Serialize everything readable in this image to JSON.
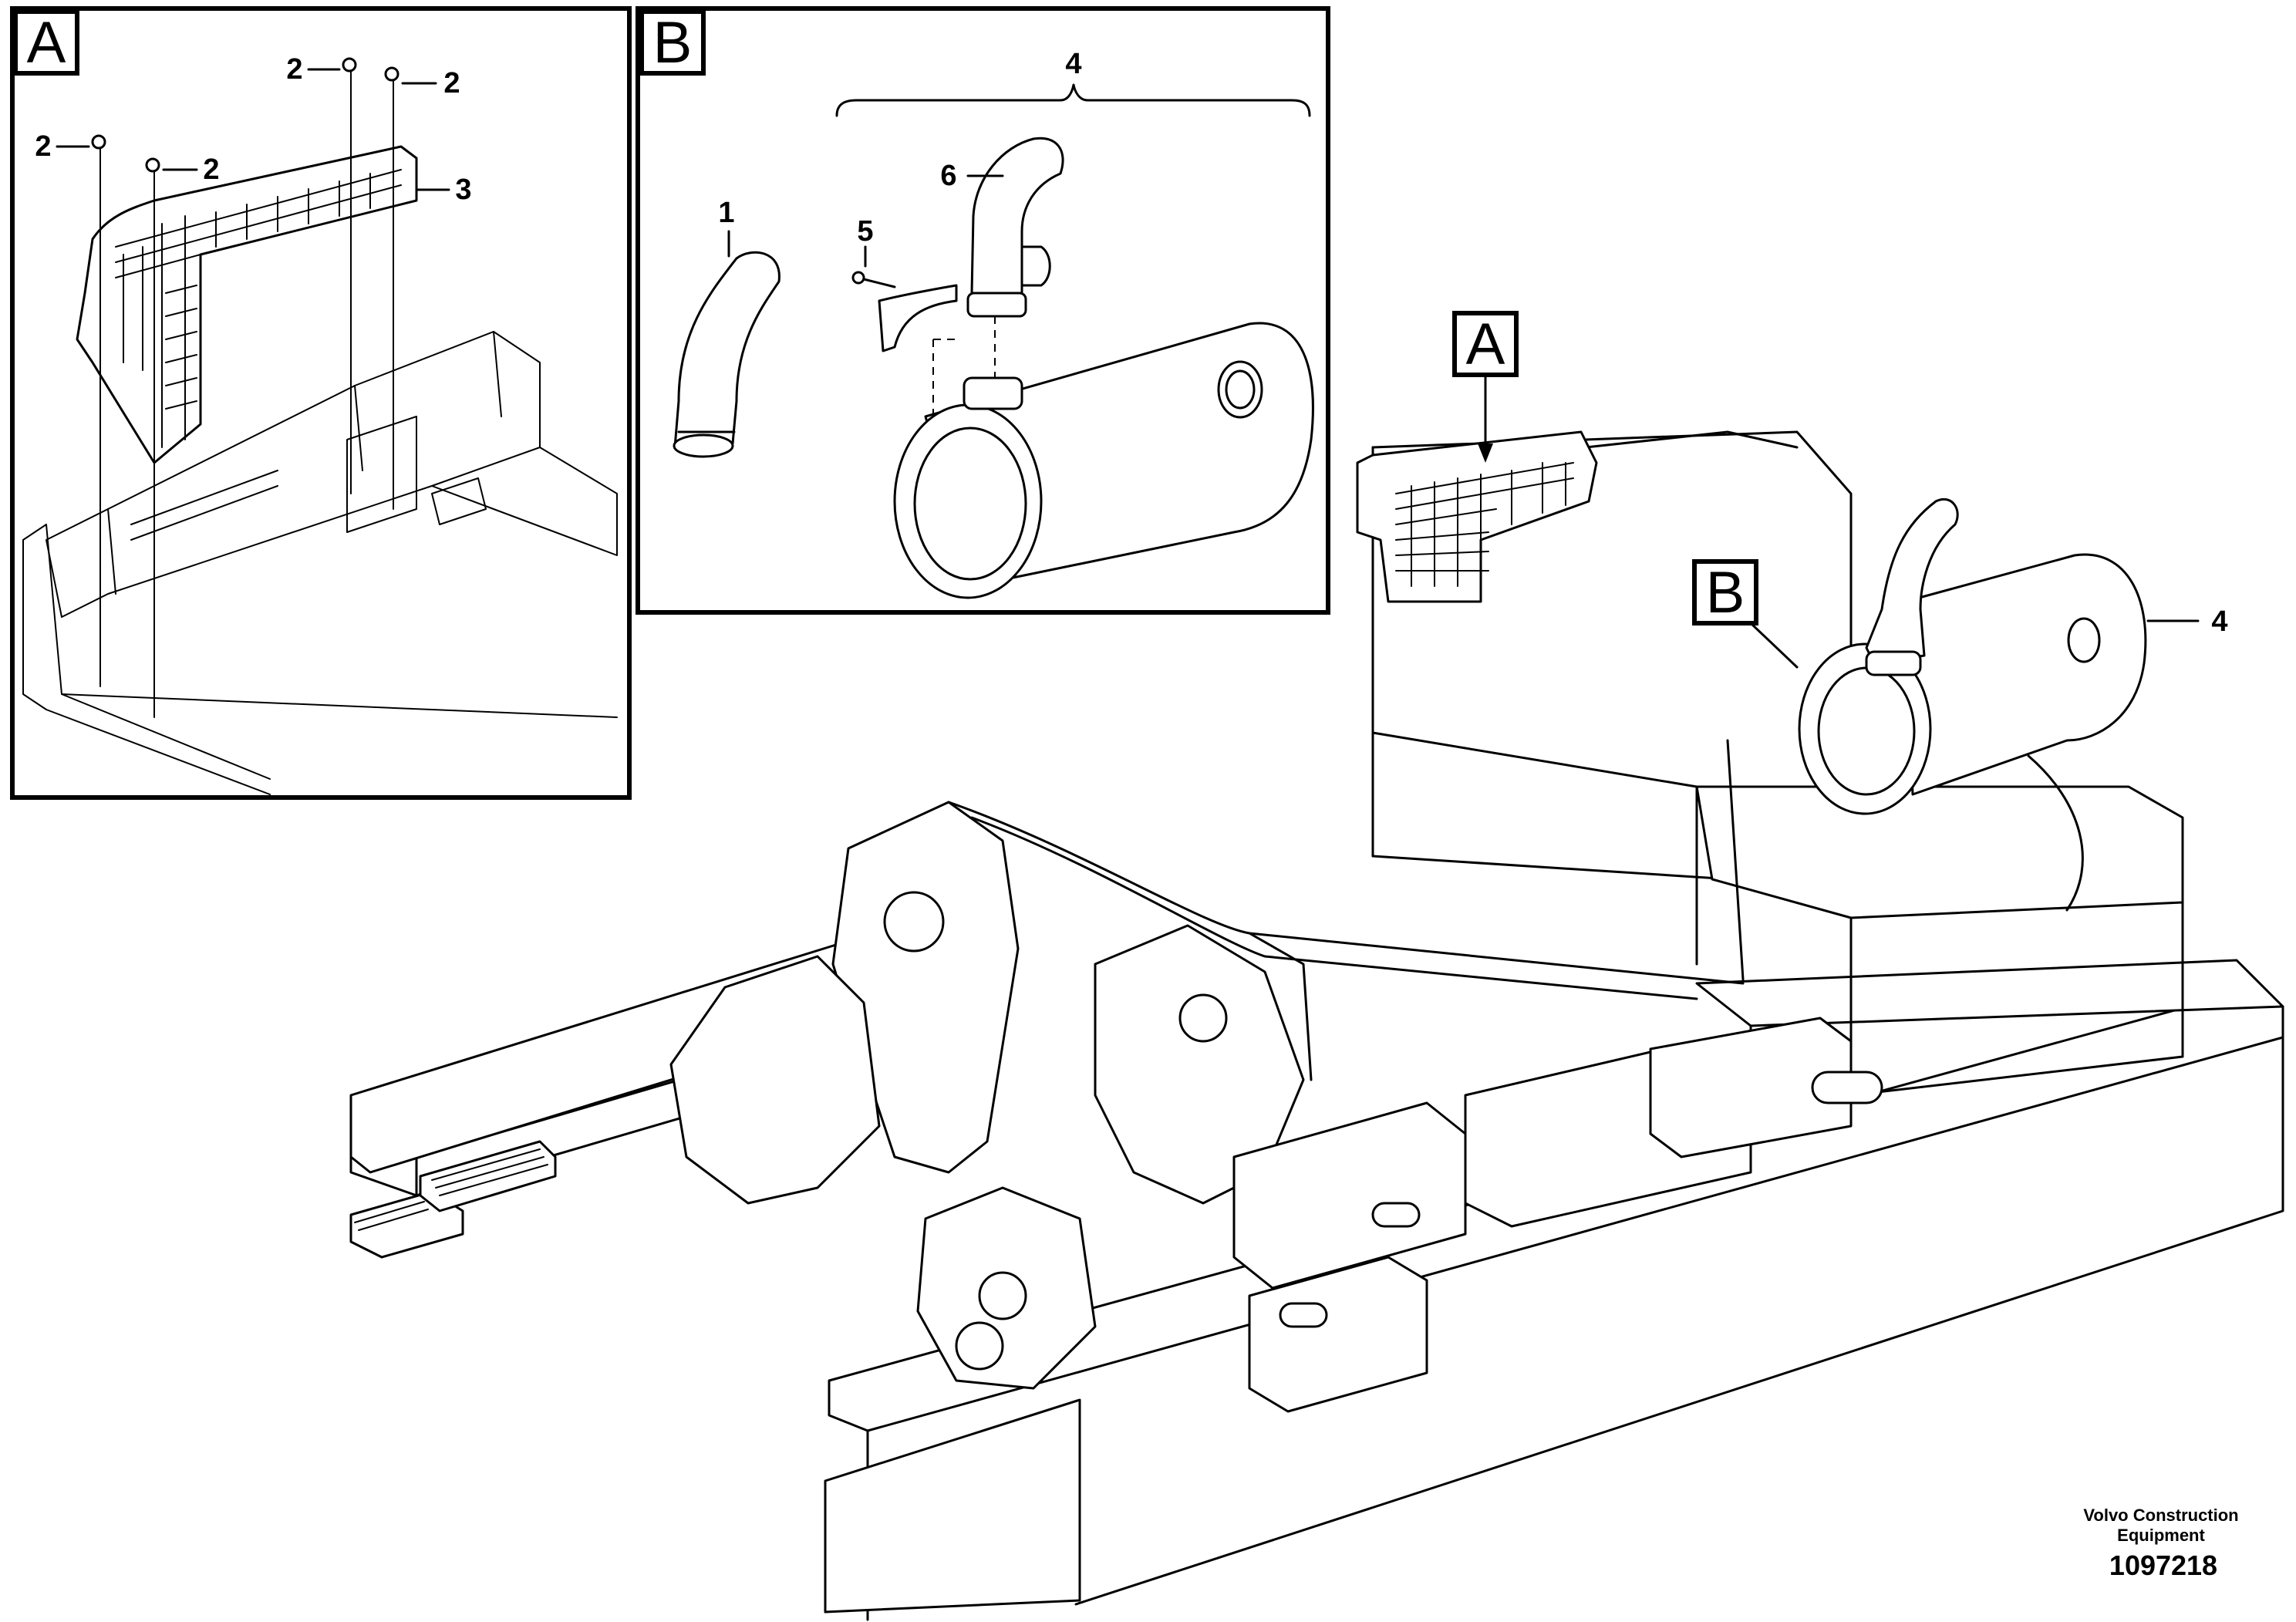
{
  "detail_boxes": {
    "a": {
      "label": "A"
    },
    "b": {
      "label": "B"
    }
  },
  "main_view": {
    "marker_a": "A",
    "marker_b": "B",
    "callout_4": "4"
  },
  "detail_a_callouts": {
    "c2_top_left": "2",
    "c2_top_right": "2",
    "c2_left": "2",
    "c2_mid": "2",
    "c3": "3"
  },
  "detail_b_callouts": {
    "c4": "4",
    "c1": "1",
    "c5": "5",
    "c6": "6"
  },
  "footer": {
    "company_line1": "Volvo Construction",
    "company_line2": "Equipment",
    "part_number": "1097218"
  }
}
